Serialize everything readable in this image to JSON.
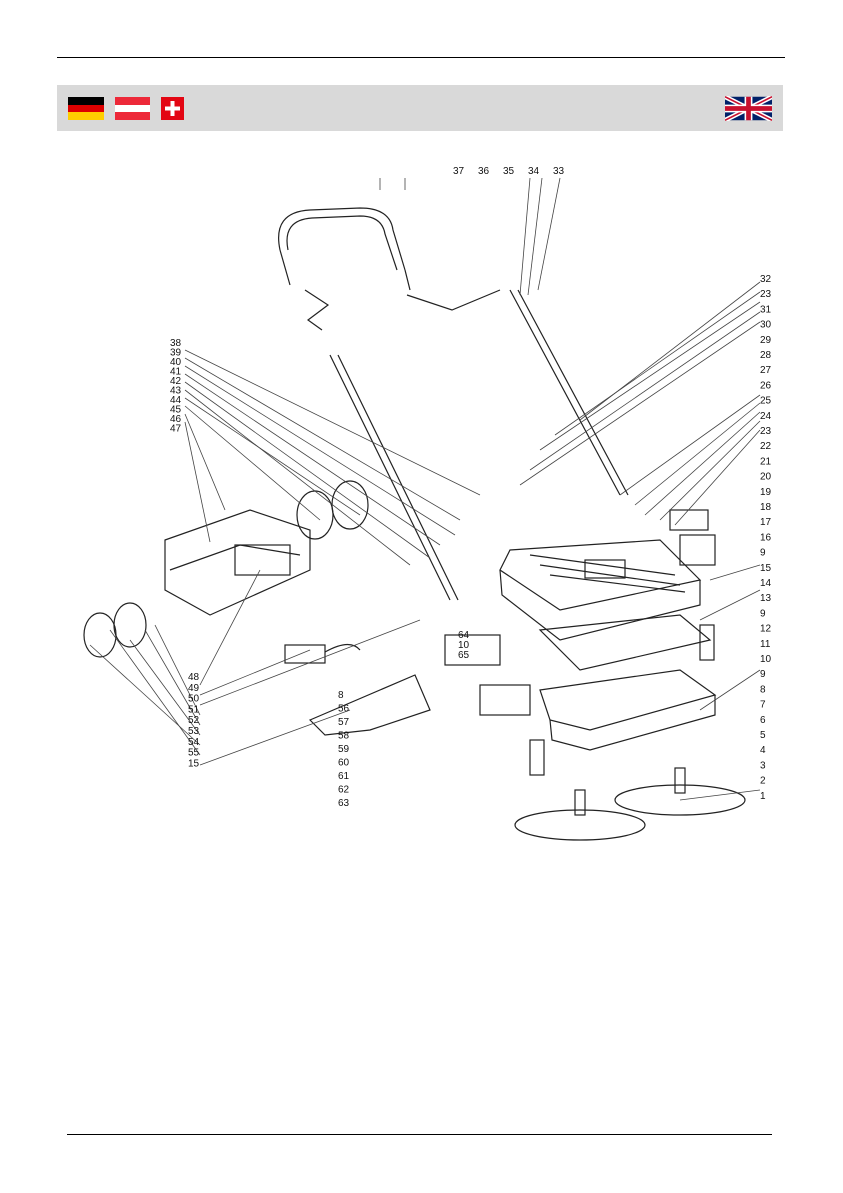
{
  "header": {
    "flags": [
      {
        "name": "germany",
        "colors": [
          "#000000",
          "#dd0000",
          "#ffce00"
        ]
      },
      {
        "name": "austria",
        "colors": [
          "#ed2939",
          "#ffffff",
          "#ed2939"
        ]
      },
      {
        "name": "switzerland",
        "colors": [
          "#e30613",
          "#ffffff"
        ]
      },
      {
        "name": "united-kingdom",
        "colors": [
          "#012169",
          "#ffffff",
          "#c8102e"
        ]
      }
    ],
    "bar_color": "#d9d9d9"
  },
  "diagram": {
    "top_labels": [
      "37",
      "36",
      "35",
      "34",
      "33"
    ],
    "right_labels": [
      "32",
      "23",
      "31",
      "30",
      "29",
      "28",
      "27",
      "26",
      "25",
      "24",
      "23",
      "22",
      "21",
      "20",
      "19",
      "18",
      "17",
      "16",
      "9",
      "15",
      "14",
      "13",
      "9",
      "12",
      "11",
      "10",
      "9",
      "8",
      "7",
      "6",
      "5",
      "4",
      "3",
      "2",
      "1"
    ],
    "left_labels": [
      "38",
      "39",
      "40",
      "41",
      "42",
      "43",
      "44",
      "45",
      "46",
      "47",
      "48",
      "49",
      "50",
      "51",
      "52",
      "53",
      "54",
      "55",
      "15"
    ],
    "center_labels": [
      "8",
      "56",
      "57",
      "58",
      "59",
      "60",
      "61",
      "62",
      "63",
      "64",
      "10",
      "65"
    ]
  },
  "footer": {
    "fragment": "~"
  }
}
